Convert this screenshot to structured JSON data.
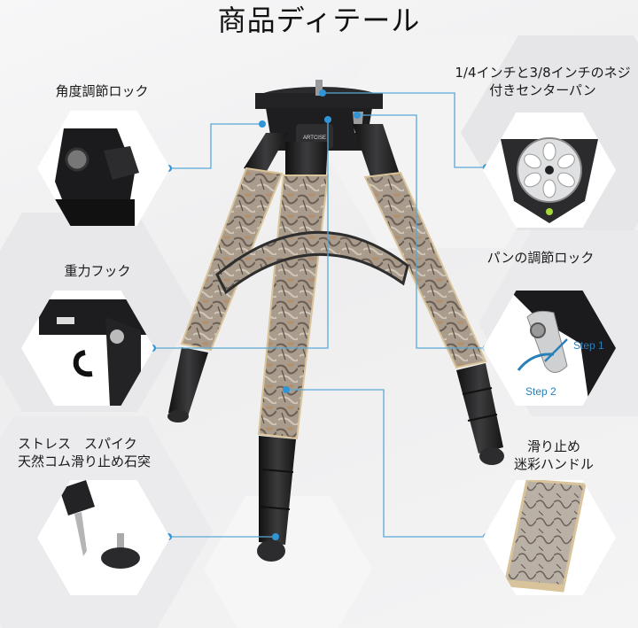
{
  "header": {
    "title": "商品ディテール"
  },
  "brand": {
    "logo_text": "ARTCISE"
  },
  "colors": {
    "accent": "#3a9fd6",
    "line": "#5aa9d6",
    "background": "#f1f1f2",
    "camo_base": "#a89a8a",
    "tan_trim": "#d8c39a",
    "dark_metal": "#2a2a2c"
  },
  "callouts": [
    {
      "id": "angle-lock",
      "lines": [
        "角度調節ロック"
      ],
      "icon": "angle-lock-detail"
    },
    {
      "id": "center-pan",
      "lines": [
        "1/4インチと3/8インチのネジ",
        "付きセンターパン"
      ],
      "icon": "center-pan-detail"
    },
    {
      "id": "gravity-hook",
      "lines": [
        "重力フック"
      ],
      "icon": "gravity-hook-detail"
    },
    {
      "id": "pan-lock",
      "lines": [
        "パンの調節ロック"
      ],
      "icon": "pan-lock-detail",
      "steps": [
        "Step 1",
        "Step 2"
      ]
    },
    {
      "id": "spike-feet",
      "lines": [
        "ストレス　スパイク",
        "天然コム滑り止め石突"
      ],
      "icon": "spike-feet-detail"
    },
    {
      "id": "camo-handle",
      "lines": [
        "滑り止め",
        "迷彩ハンドル"
      ],
      "icon": "camo-handle-detail"
    }
  ]
}
